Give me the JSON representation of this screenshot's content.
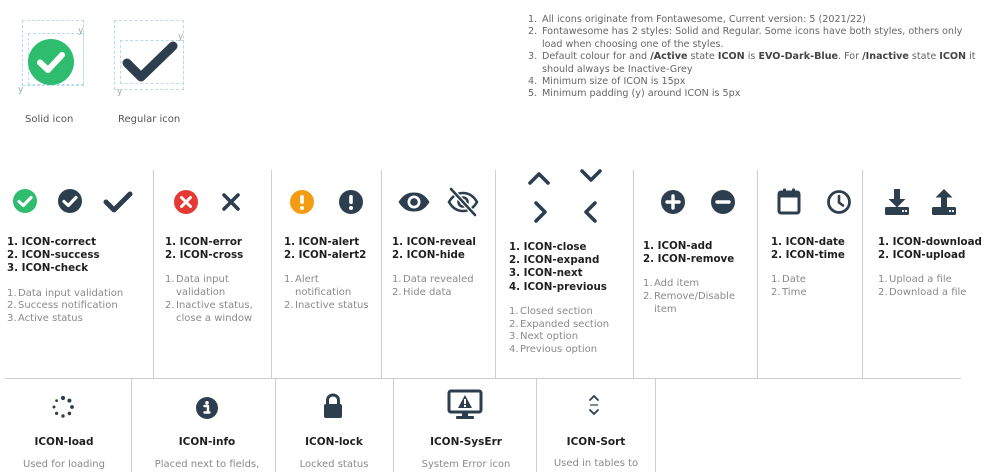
{
  "colors": {
    "green": "#2ebd6e",
    "dark": "#2d3e4f",
    "red": "#e53935",
    "orange": "#f39c12",
    "grey": "#8a8a8a"
  },
  "legend": {
    "y": "y",
    "solid_caption": "Solid icon",
    "regular_caption": "Regular icon"
  },
  "notes": [
    {
      "num": "1.",
      "parts": [
        {
          "t": "All icons originate from Fontawesome, Current version: 5 (2021/22)"
        }
      ]
    },
    {
      "num": "2.",
      "parts": [
        {
          "t": "Fontawesome has 2 styles: Solid and Regular. Some icons have both styles, others only load when choosing one of the styles."
        }
      ]
    },
    {
      "num": "3.",
      "parts": [
        {
          "t": "Default colour for and "
        },
        {
          "t": "/Active",
          "b": true
        },
        {
          "t": " state "
        },
        {
          "t": "ICON",
          "b": true
        },
        {
          "t": " is "
        },
        {
          "t": "EVO-Dark-Blue",
          "b": true
        },
        {
          "t": ". For "
        },
        {
          "t": "/Inactive",
          "b": true
        },
        {
          "t": " state "
        },
        {
          "t": "ICON",
          "b": true
        },
        {
          "t": " it should always be Inactive-Grey"
        }
      ]
    },
    {
      "num": "4.",
      "parts": [
        {
          "t": "Minimum size of ICON is 15px"
        }
      ]
    },
    {
      "num": "5.",
      "parts": [
        {
          "t": "Minimum padding (y) around ICON is 5px"
        }
      ]
    }
  ],
  "columns": [
    {
      "names": [
        "1. ICON-correct",
        "2. ICON-success",
        "3. ICON-check"
      ],
      "desc": [
        {
          "n": "1.",
          "t": "Data input validation"
        },
        {
          "n": "2.",
          "t": "Success notification"
        },
        {
          "n": "3.",
          "t": "Active status"
        }
      ]
    },
    {
      "names": [
        "1. ICON-error",
        "2. ICON-cross"
      ],
      "desc": [
        {
          "n": "1.",
          "t": "Data input validation"
        },
        {
          "n": "2.",
          "t": "Inactive status, close a window"
        }
      ]
    },
    {
      "names": [
        "1. ICON-alert",
        "2. ICON-alert2"
      ],
      "desc": [
        {
          "n": "1.",
          "t": "Alert notification"
        },
        {
          "n": "2.",
          "t": "Inactive status"
        }
      ]
    },
    {
      "names": [
        "1. ICON-reveal",
        "2. ICON-hide"
      ],
      "desc": [
        {
          "n": "1.",
          "t": "Data revealed"
        },
        {
          "n": "2.",
          "t": "Hide data"
        }
      ]
    },
    {
      "names": [
        "1. ICON-close",
        "2. ICON-expand",
        "3. ICON-next",
        "4. ICON-previous"
      ],
      "desc": [
        {
          "n": "1.",
          "t": "Closed section"
        },
        {
          "n": "2.",
          "t": "Expanded section"
        },
        {
          "n": "3.",
          "t": "Next option"
        },
        {
          "n": "4.",
          "t": "Previous option"
        }
      ]
    },
    {
      "names": [
        "1. ICON-add",
        "2. ICON-remove"
      ],
      "desc": [
        {
          "n": "1.",
          "t": "Add item"
        },
        {
          "n": "2.",
          "t": "Remove/Disable item"
        }
      ]
    },
    {
      "names": [
        "1. ICON-date",
        "2. ICON-time"
      ],
      "desc": [
        {
          "n": "1.",
          "t": "Date"
        },
        {
          "n": "2.",
          "t": "Time"
        }
      ]
    },
    {
      "names": [
        "1. ICON-download",
        "2. ICON-upload"
      ],
      "desc": [
        {
          "n": "1.",
          "t": "Upload a file"
        },
        {
          "n": "2.",
          "t": "Download a file"
        }
      ]
    }
  ],
  "bottom": [
    {
      "title": "ICON-load",
      "desc": "Used for loading"
    },
    {
      "title": "ICON-info",
      "desc": "Placed next to fields,"
    },
    {
      "title": "ICON-lock",
      "desc": "Locked status"
    },
    {
      "title": "ICON-SysErr",
      "desc": "System Error icon"
    },
    {
      "title": "ICON-Sort",
      "desc": "Used in tables to"
    }
  ]
}
